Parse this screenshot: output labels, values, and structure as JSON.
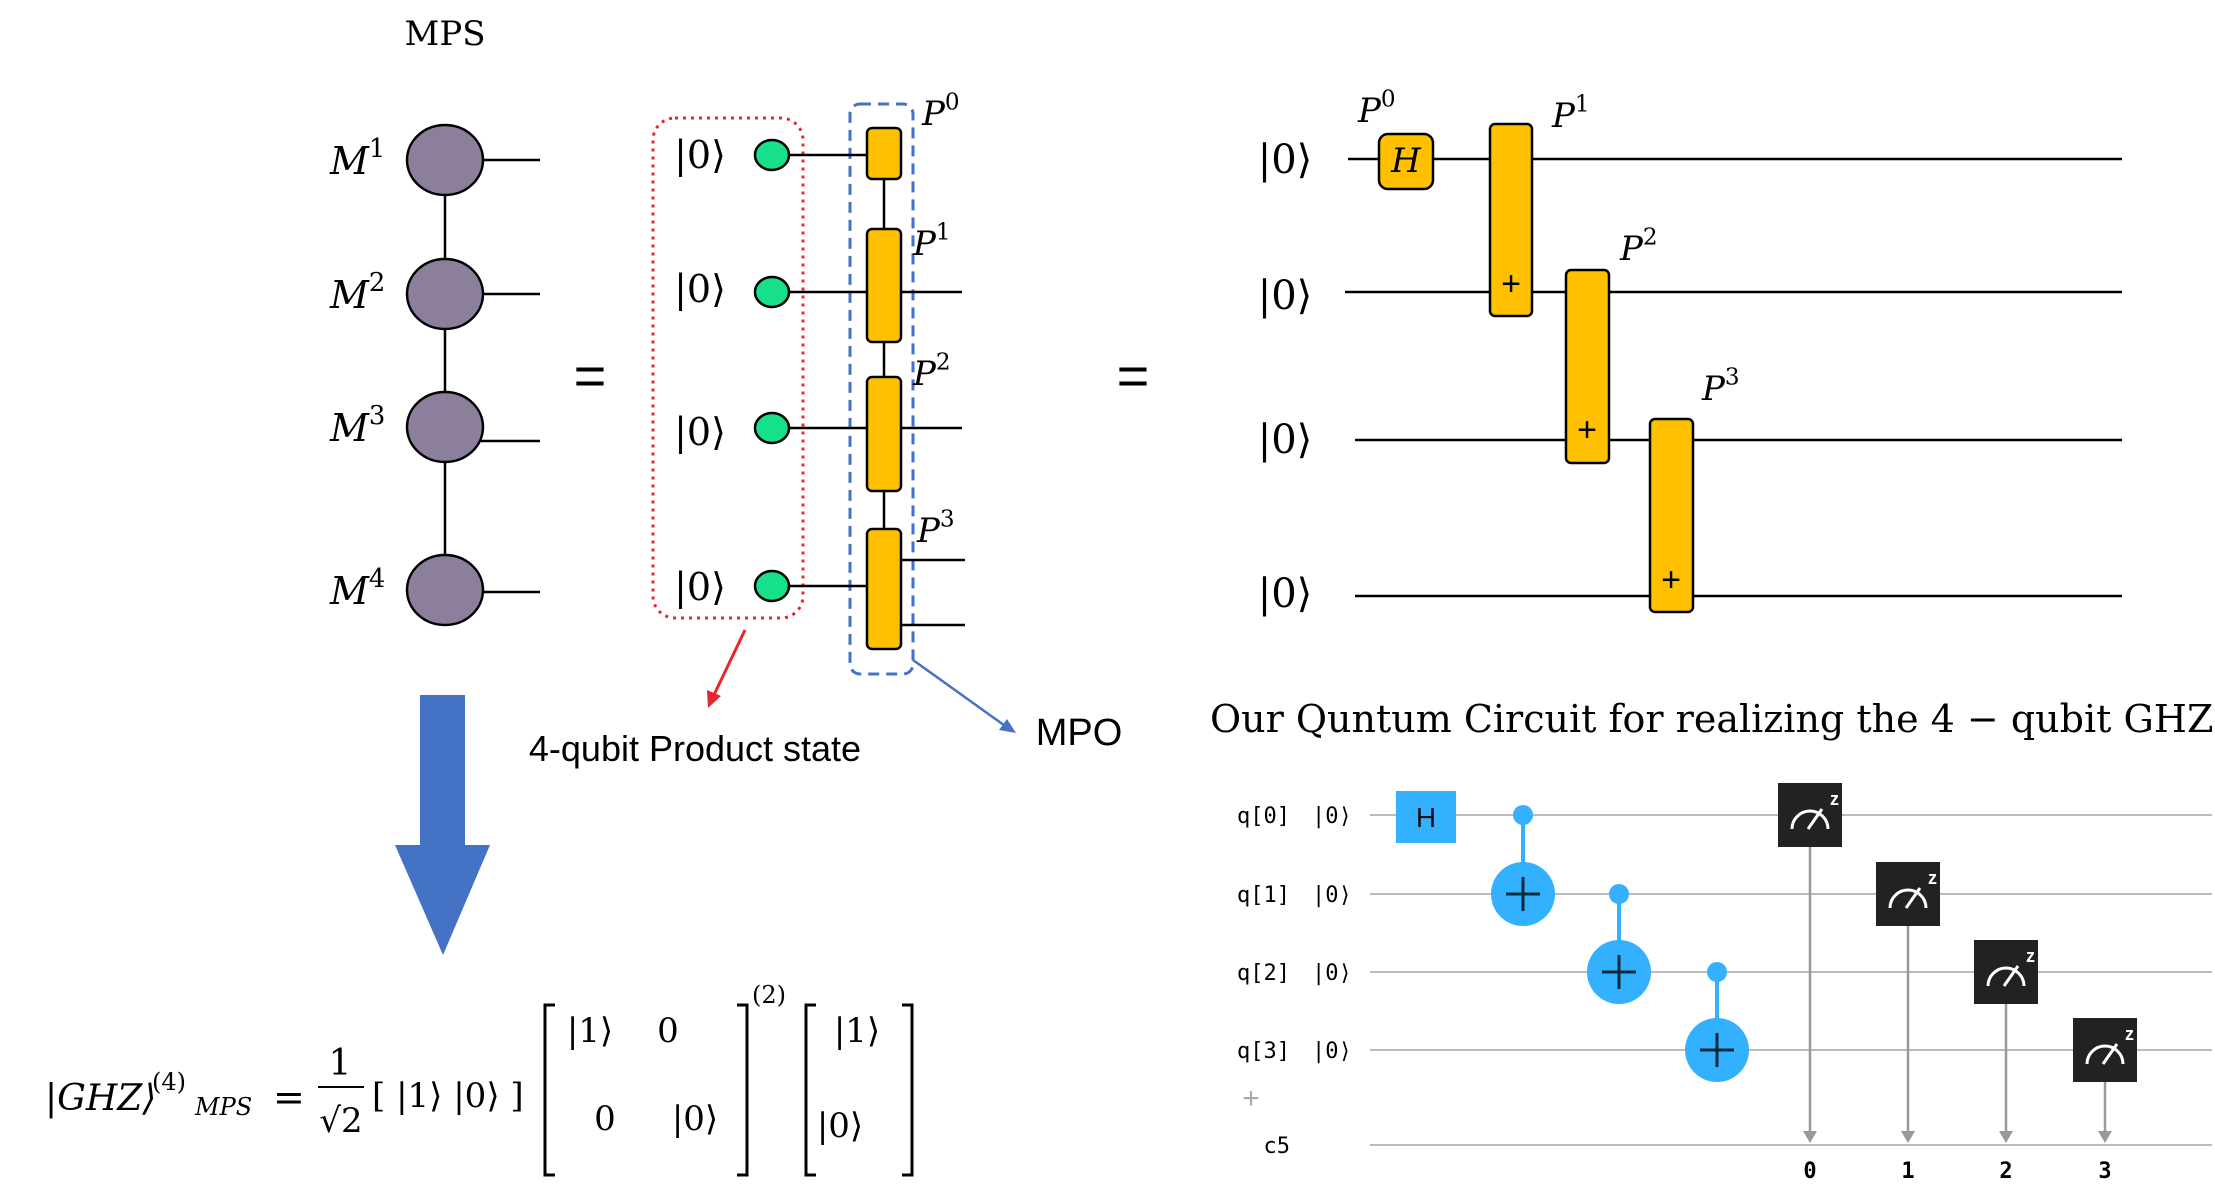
{
  "mps": {
    "title": "MPS",
    "sites": [
      {
        "name": "M",
        "sup": "1"
      },
      {
        "name": "M",
        "sup": "2"
      },
      {
        "name": "M",
        "sup": "3"
      },
      {
        "name": "M",
        "sup": "4"
      }
    ]
  },
  "equals_sign": "=",
  "ket_zero": "|0⟩",
  "mpo_blocks": [
    {
      "name": "P",
      "sup": "0"
    },
    {
      "name": "P",
      "sup": "1"
    },
    {
      "name": "P",
      "sup": "2"
    },
    {
      "name": "P",
      "sup": "3"
    }
  ],
  "product_state_label": "4-qubit Product state",
  "mpo_label": "MPO",
  "circuit_diagram": {
    "h_gate": "H",
    "target_symbol": "+",
    "caption": "Our Quntum Circuit for realizing the 4 − qubit GHZ"
  },
  "formula": {
    "lhs_ket": "|GHZ⟩",
    "lhs_sup": "(4)",
    "lhs_sub": "MPS",
    "equals": "=",
    "frac_num": "1",
    "frac_den": "√2",
    "row_vector": "[ |1⟩ |0⟩ ]",
    "matrix": {
      "a11": "|1⟩",
      "a12": "0",
      "a21": "0",
      "a22": "|0⟩"
    },
    "matrix_power": "(2)",
    "column_vector": {
      "top": "|1⟩",
      "bottom": "|0⟩"
    }
  },
  "qiskit": {
    "qubits": [
      {
        "label": "q[0]",
        "init": "|0⟩"
      },
      {
        "label": "q[1]",
        "init": "|0⟩"
      },
      {
        "label": "q[2]",
        "init": "|0⟩"
      },
      {
        "label": "q[3]",
        "init": "|0⟩"
      }
    ],
    "add_symbol": "+",
    "classical_register": "c5",
    "h_gate": "H",
    "measure_basis": "z",
    "bit_indices": [
      "0",
      "1",
      "2",
      "3"
    ],
    "colors": {
      "gate": "#33b1ff",
      "measure": "#222222",
      "wire": "#bbbbbb",
      "classical": "#999999"
    }
  },
  "colors": {
    "mps_node": "#8b7f9b",
    "qubit_node": "#16e08a",
    "block": "#ffc000",
    "product_box": "#e8262a",
    "mpo_box": "#4472c4",
    "big_arrow": "#4472c4"
  }
}
